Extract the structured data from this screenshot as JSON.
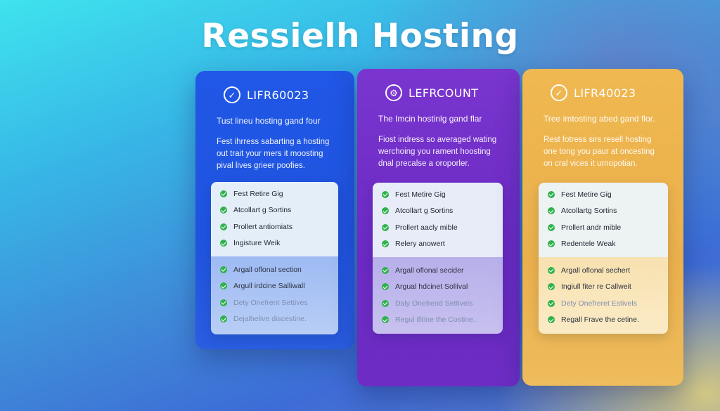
{
  "page": {
    "title": "Ressielh Hosting"
  },
  "colors": {
    "blue_card": "#1f54e0",
    "purple_card": "#6a2ac3",
    "yellow_card": "#eab04c",
    "check": "#2fb24c"
  },
  "plans": [
    {
      "icon": "check-circle-icon",
      "name": "LIFR60023",
      "subtitle": "Tust lineu hosting gand four",
      "desc": [
        "Fest ihrress sabarting a hosting",
        "out trait your mers it moosting",
        "pival lives grieer poofies."
      ],
      "features_top": [
        "Fest Retire Gig",
        "Atcollart g Sortins",
        "Prollert antiomiats",
        "Ingisture Weik"
      ],
      "features_bottom": [
        "Argall oflonal section",
        "Argull irdcine Salliwall",
        "Dety Onefrent Settives",
        "Dejalhelive discestine."
      ]
    },
    {
      "icon": "gear-circle-icon",
      "name": "LEFRCOUNT",
      "subtitle": "The Imcin hostinlg gand flar",
      "desc": [
        "Fiost indress so averaged wating",
        "werchoing you rament hoosting",
        "dnal precalse a oroporler."
      ],
      "features_top": [
        "Fest Metire Gig",
        "Atcollart g Sortins",
        "Prollert aacly mible",
        "Relery anowert"
      ],
      "features_bottom": [
        "Argall oflonal secider",
        "Argual hdcinet Sollival",
        "Daly Onefrend Settivels",
        "Regul ifitine the Costine."
      ]
    },
    {
      "icon": "check-circle-icon",
      "name": "LIFR40023",
      "subtitle": "Tree imtosting abed gand flor.",
      "desc": [
        "Rest fotress sirs resell hosting",
        "one tong you paur at oncesting",
        "on cral vices it urnopotian."
      ],
      "features_top": [
        "Fest Metire Gig",
        "Atcollartg Sortins",
        "Prollert andr mible",
        "Redentele Weak"
      ],
      "features_bottom": [
        "Argall oflonal sechert",
        "Ingiull fiter re Callweit",
        "Dety Onefreret Estivels",
        "Regall Frave the cetine."
      ]
    }
  ]
}
